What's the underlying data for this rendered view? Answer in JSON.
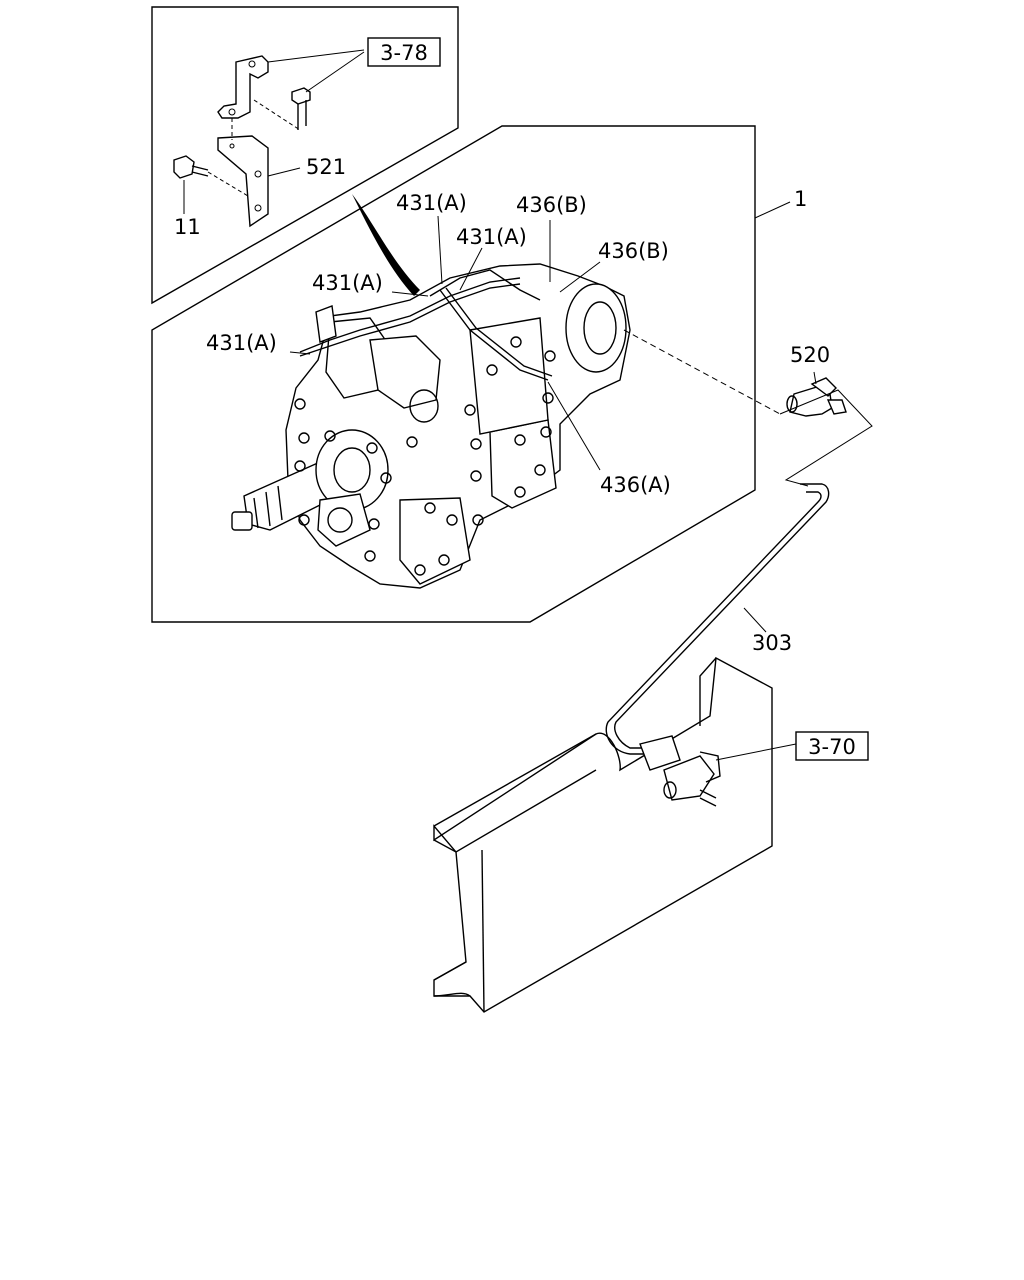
{
  "callouts": {
    "ref_3_78": "3-78",
    "ref_3_70": "3-70",
    "p1": "1",
    "p11": "11",
    "p521": "521",
    "p520": "520",
    "p303": "303",
    "p431a_1": "431(A)",
    "p431a_2": "431(A)",
    "p431a_3": "431(A)",
    "p431a_4": "431(A)",
    "p436b_1": "436(B)",
    "p436b_2": "436(B)",
    "p436a": "436(A)"
  }
}
